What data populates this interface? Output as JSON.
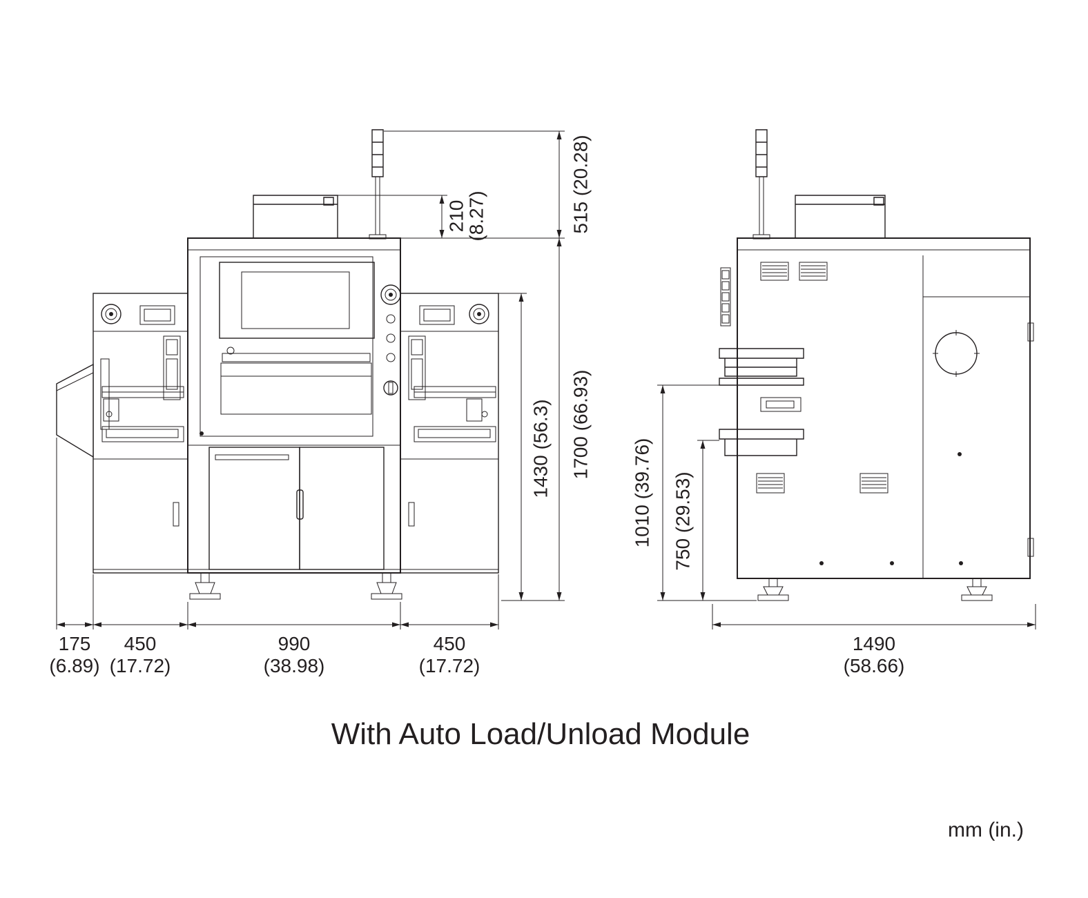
{
  "page": {
    "title": "With Auto Load/Unload Module",
    "units_note": "mm (in.)"
  },
  "front_view": {
    "dims": {
      "top_box_height_mm": "210",
      "top_box_height_in": "(8.27)",
      "tower_height": "515 (20.28)",
      "module_height": "1430 (56.3)",
      "overall_height": "1700 (66.93)",
      "chute_width_mm": "175",
      "chute_width_in": "(6.89)",
      "left_module_width_mm": "450",
      "left_module_width_in": "(17.72)",
      "center_body_width_mm": "990",
      "center_body_width_in": "(38.98)",
      "right_module_width_mm": "450",
      "right_module_width_in": "(17.72)"
    }
  },
  "side_view": {
    "dims": {
      "upper_conveyor_height": "1010 (39.76)",
      "lower_conveyor_height": "750 (29.53)",
      "overall_depth_mm": "1490",
      "overall_depth_in": "(58.66)"
    }
  }
}
